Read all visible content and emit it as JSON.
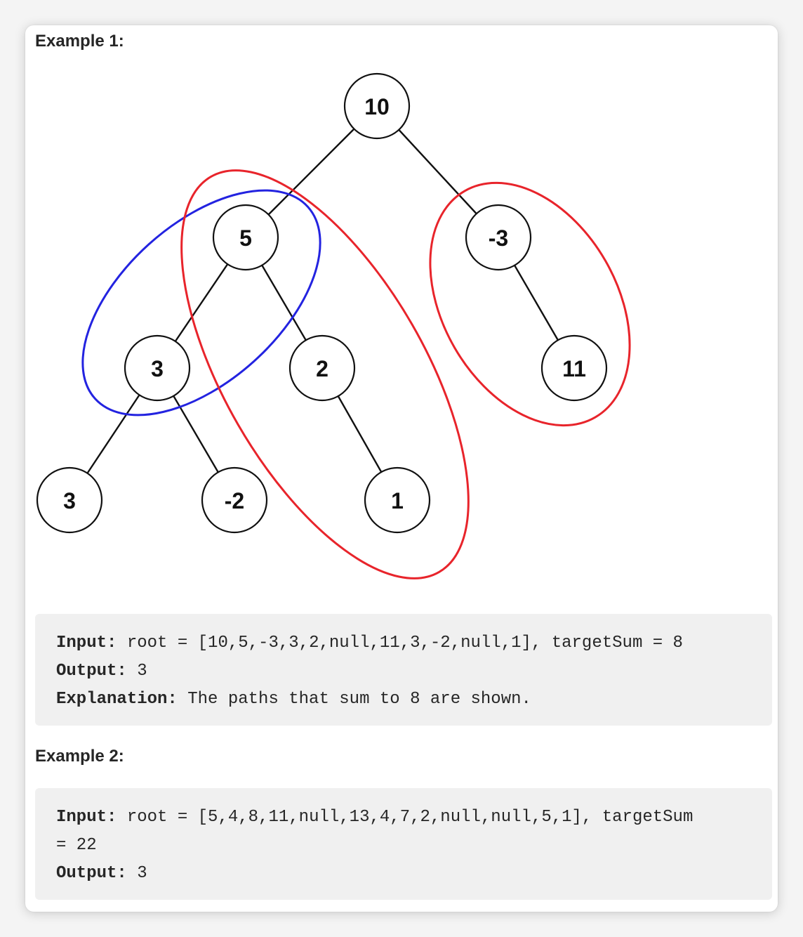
{
  "example1": {
    "heading": "Example 1:",
    "tree": {
      "nodes": [
        {
          "id": "n10",
          "label": "10"
        },
        {
          "id": "n5",
          "label": "5"
        },
        {
          "id": "nm3",
          "label": "-3"
        },
        {
          "id": "n3a",
          "label": "3"
        },
        {
          "id": "n2",
          "label": "2"
        },
        {
          "id": "n11",
          "label": "11"
        },
        {
          "id": "n3b",
          "label": "3"
        },
        {
          "id": "nm2",
          "label": "-2"
        },
        {
          "id": "n1",
          "label": "1"
        }
      ],
      "highlight_colors": {
        "path_red": "#e8242b",
        "path_blue": "#2323e0"
      }
    },
    "input_label": "Input:",
    "input_value": " root = [10,5,-3,3,2,null,11,3,-2,null,1], targetSum = 8",
    "output_label": "Output:",
    "output_value": " 3",
    "explanation_label": "Explanation:",
    "explanation_value": " The paths that sum to 8 are shown."
  },
  "example2": {
    "heading": "Example 2:",
    "input_label": "Input:",
    "input_value_line1": " root = [5,4,8,11,null,13,4,7,2,null,null,5,1], targetSum",
    "input_value_line2": "= 22",
    "output_label": "Output:",
    "output_value": " 3"
  }
}
